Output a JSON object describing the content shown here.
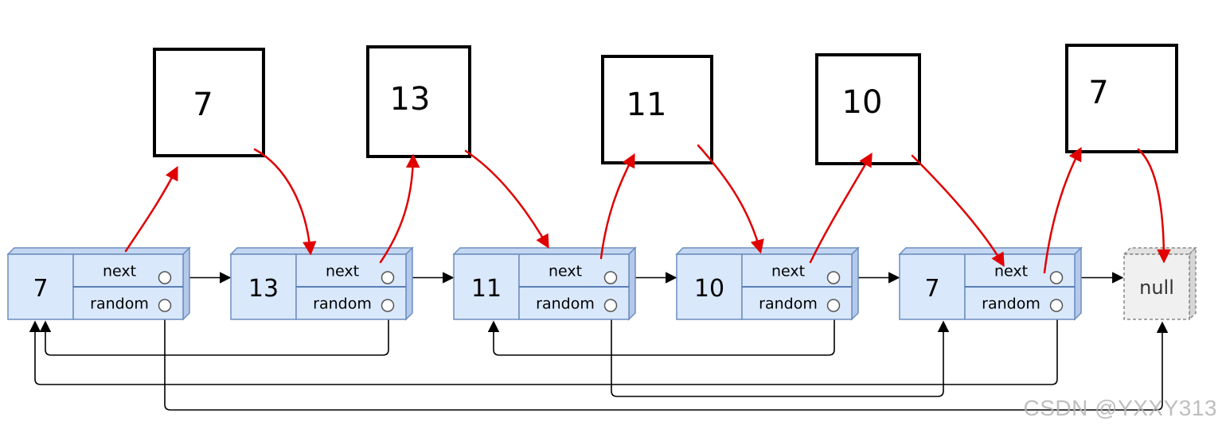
{
  "nodes": [
    {
      "value": "7",
      "next_label": "next",
      "random_label": "random"
    },
    {
      "value": "13",
      "next_label": "next",
      "random_label": "random"
    },
    {
      "value": "11",
      "next_label": "next",
      "random_label": "random"
    },
    {
      "value": "10",
      "next_label": "next",
      "random_label": "random"
    },
    {
      "value": "7",
      "next_label": "next",
      "random_label": "random"
    }
  ],
  "null_label": "null",
  "copies": [
    "7",
    "13",
    "11",
    "10",
    "7"
  ],
  "random_pointers": [
    {
      "from": 1,
      "to": 0
    },
    {
      "from": 3,
      "to": 2
    },
    {
      "from": 4,
      "to": 0
    },
    {
      "from": 2,
      "to": 4
    },
    {
      "from": 0,
      "to": "null"
    }
  ],
  "colors": {
    "node_fill": "#dae8fc",
    "node_stroke": "#6c8ebf",
    "null_fill": "#f0f0f0",
    "arrow": "#000000",
    "copy_arrow": "#e00000"
  },
  "watermark": "CSDN @YXXY313"
}
